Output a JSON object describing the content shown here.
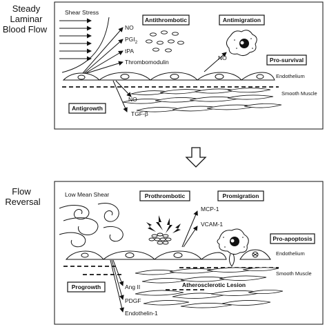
{
  "top": {
    "side_label": [
      "Steady",
      "Laminar",
      "Blood Flow"
    ],
    "shear_stress": "Shear Stress",
    "mediators": [
      "NO",
      "PGI",
      "tPA",
      "Thrombomodulin"
    ],
    "pgi_subscript": "2",
    "antithrombotic": "Antithrombotic",
    "antimigration": "Antimigration",
    "pro_survival": "Pro-survival",
    "no_right": "NO",
    "endothelium": "Endothelium",
    "smooth_muscle": "Smooth Muscle",
    "antigrowth": "Antigrowth",
    "lower_mediators": [
      "NO",
      "TGF-β"
    ]
  },
  "bottom": {
    "side_label": [
      "Flow",
      "Reversal"
    ],
    "low_mean_shear": "Low Mean Shear",
    "prothrombotic": "Prothrombotic",
    "promigration": "Promigration",
    "mcp": "MCP-1",
    "vcam": "VCAM-1",
    "pro_apoptosis": "Pro-apoptosis",
    "endothelium": "Endothelium",
    "smooth_muscle": "Smooth Muscle",
    "progrowth": "Progrowth",
    "lesion": "Atherosclerotic Lesion",
    "growth_mediators": [
      "Ang II",
      "PDGF",
      "Endothelin-1"
    ]
  }
}
